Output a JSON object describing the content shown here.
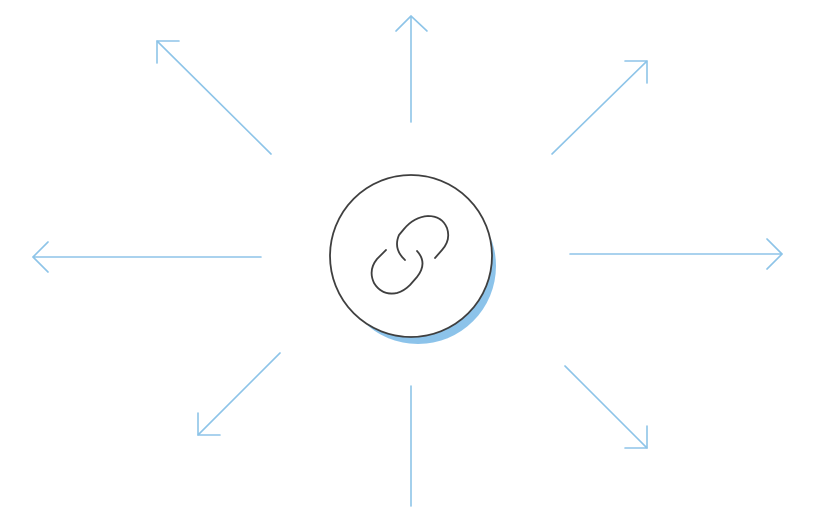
{
  "diagram": {
    "hub": {
      "icon": "link-chain-icon"
    },
    "arrows": [
      {
        "name": "arrow-up",
        "direction": "up"
      },
      {
        "name": "arrow-up-right",
        "direction": "up-right"
      },
      {
        "name": "arrow-right",
        "direction": "right"
      },
      {
        "name": "arrow-down-right",
        "direction": "down-right"
      },
      {
        "name": "arrow-down",
        "direction": "down"
      },
      {
        "name": "arrow-down-left",
        "direction": "down-left"
      },
      {
        "name": "arrow-left",
        "direction": "left"
      },
      {
        "name": "arrow-up-left",
        "direction": "up-left"
      }
    ],
    "colors": {
      "arrow": "#8dc4e8",
      "hub_outline": "#3f3f3f",
      "hub_shadow": "#8cc3ea",
      "background": "#ffffff"
    }
  }
}
